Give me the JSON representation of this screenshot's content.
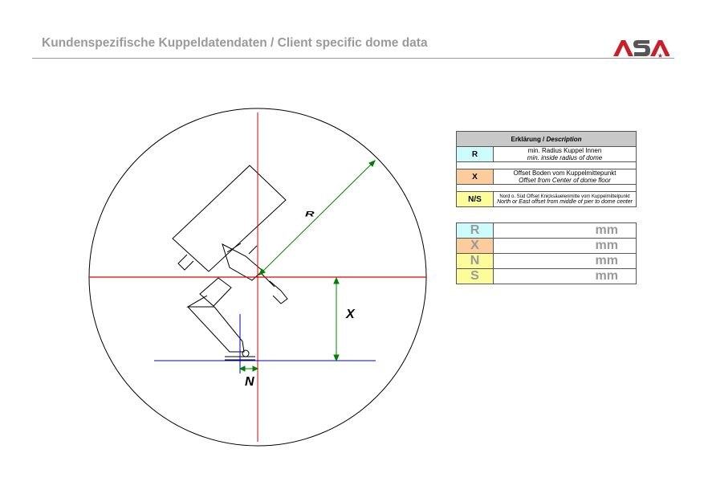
{
  "header": {
    "title": "Kundenspezifische Kuppeldatendaten / Client specific dome data",
    "logo_text": "ASA"
  },
  "diagram": {
    "labels": {
      "r": "R",
      "x": "X",
      "n": "N"
    }
  },
  "description_table": {
    "header_de": "Erklärung / ",
    "header_en": "Description",
    "rows": [
      {
        "key": "R",
        "de": "min. Radius Kuppel Innen",
        "en": "min. inside radius of dome",
        "color": "#ccfcfc"
      },
      {
        "key": "X",
        "de": "Offset Boden vom Kuppelmittepunkt",
        "en": "Offset from Center of dome floor",
        "color": "#fbcc9c"
      },
      {
        "key": "N/S",
        "de": "Nord o. Süd Offset Knicksäuelenmitte vom Kuppelmittelpunkt",
        "en": "North or East offset from middle of pier to dome center",
        "color": "#fcfc9a"
      }
    ]
  },
  "values_table": {
    "rows": [
      {
        "key": "R",
        "value": "",
        "unit": "mm"
      },
      {
        "key": "X",
        "value": "",
        "unit": "mm"
      },
      {
        "key": "N",
        "value": "",
        "unit": "mm"
      },
      {
        "key": "S",
        "value": "",
        "unit": "mm"
      }
    ]
  }
}
